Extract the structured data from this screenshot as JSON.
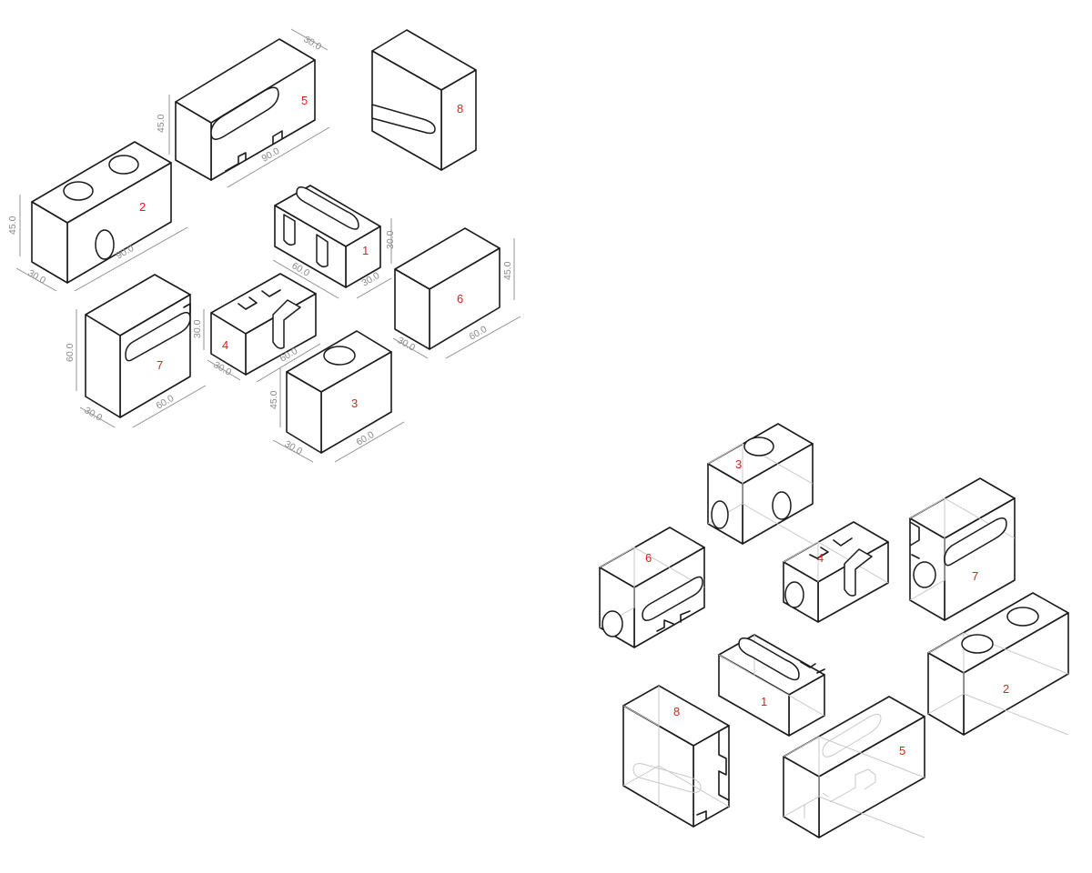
{
  "colors": {
    "edge": "#1a1a1a",
    "dimension": "#8a8a8a",
    "label": "#e0201b",
    "ghost": "#c8c8c8"
  },
  "exploded_view": {
    "blocks": [
      {
        "label": "1",
        "dims": [
          "60.0",
          "30.0",
          "30.0"
        ]
      },
      {
        "label": "2",
        "dims": [
          "45.0",
          "30.0",
          "90.0"
        ]
      },
      {
        "label": "3",
        "dims": [
          "45.0",
          "30.0",
          "60.0"
        ]
      },
      {
        "label": "4",
        "dims": [
          "30.0",
          "30.0",
          "60.0"
        ]
      },
      {
        "label": "5",
        "dims": [
          "30.0",
          "45.0",
          "90.0"
        ]
      },
      {
        "label": "6",
        "dims": [
          "45.0",
          "30.0",
          "60.0"
        ]
      },
      {
        "label": "7",
        "dims": [
          "60.0",
          "30.0",
          "60.0"
        ]
      },
      {
        "label": "8",
        "dims": []
      }
    ]
  },
  "assembled_view": {
    "blocks": [
      {
        "label": "1"
      },
      {
        "label": "2"
      },
      {
        "label": "3"
      },
      {
        "label": "4"
      },
      {
        "label": "5"
      },
      {
        "label": "6"
      },
      {
        "label": "7"
      },
      {
        "label": "8"
      }
    ]
  }
}
